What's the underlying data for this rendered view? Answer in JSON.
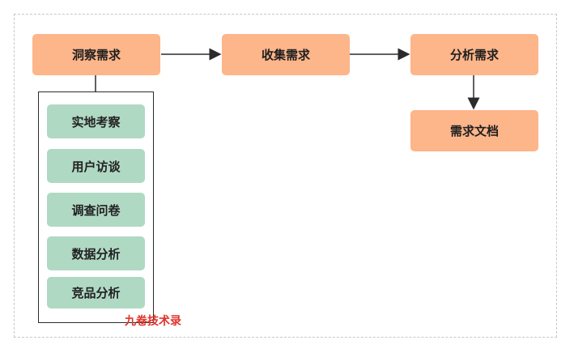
{
  "nodes": {
    "insight": "洞察需求",
    "collect": "收集需求",
    "analyze": "分析需求",
    "doc": "需求文档"
  },
  "methods": [
    "实地考察",
    "用户访谈",
    "调查问卷",
    "数据分析",
    "竞品分析"
  ],
  "watermark": "九卷技术录",
  "colors": {
    "node_fill": "#fdb58a",
    "method_fill": "#b0d9c4",
    "line": "#2b2b2b",
    "watermark": "#e0342c"
  }
}
